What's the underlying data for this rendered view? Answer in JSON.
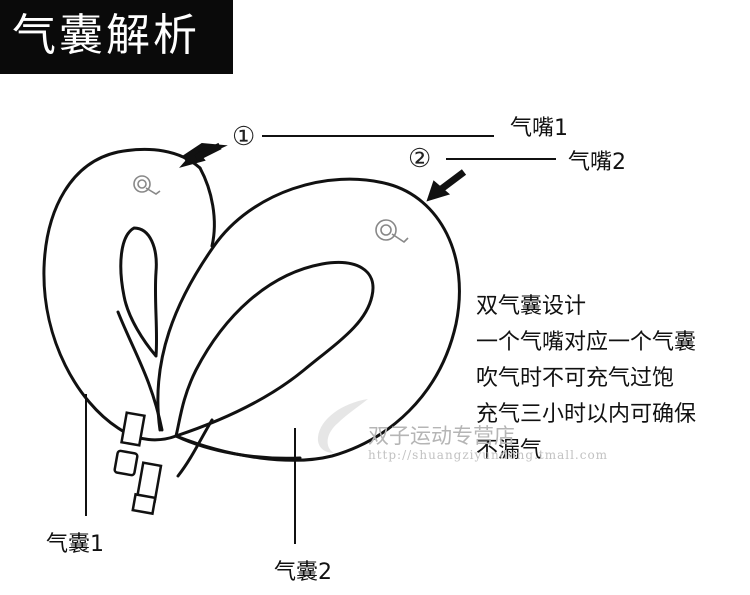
{
  "title": "气囊解析",
  "labels": {
    "valve1_marker": "①",
    "valve1": "气嘴1",
    "valve2_marker": "②",
    "valve2": "气嘴2",
    "chamber1": "气囊1",
    "chamber2": "气囊2"
  },
  "description": [
    "双气囊设计",
    "一个气嘴对应一个气囊",
    "吹气时不可充气过饱",
    "充气三小时以内可确保",
    "不漏气"
  ],
  "watermark": {
    "name": "双子运动专营店",
    "url": "http://shuangziyundong.tmall.com"
  }
}
